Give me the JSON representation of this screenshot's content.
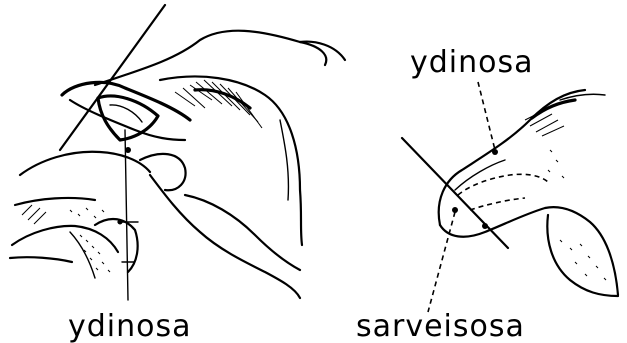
{
  "labels": {
    "left_bottom": "ydinosa",
    "right_top": "ydinosa",
    "right_bottom": "sarveisosa"
  },
  "colors": {
    "ink": "#000000",
    "background": "#ffffff"
  }
}
